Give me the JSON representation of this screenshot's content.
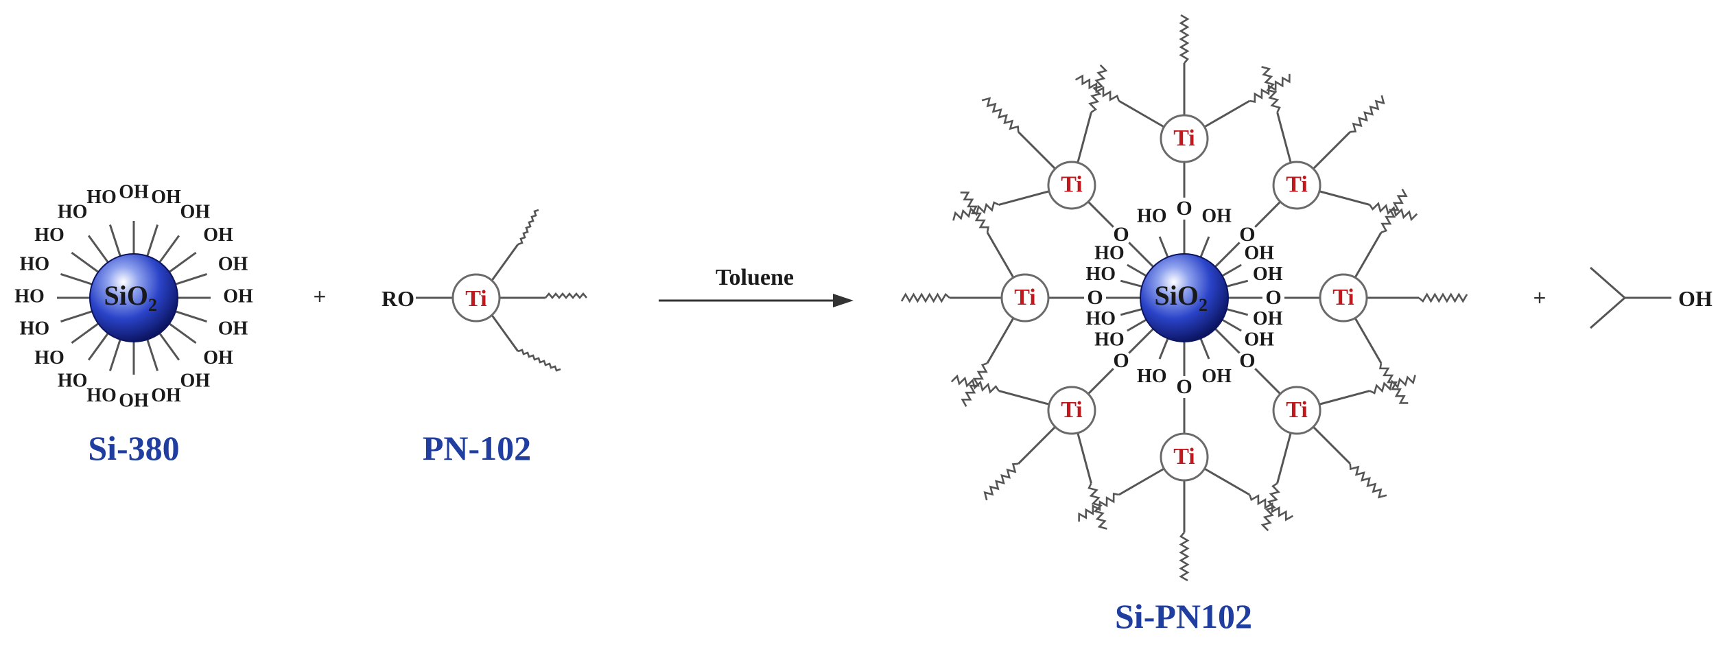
{
  "reactant_particle": {
    "core_label": "SiO",
    "core_subscript": "2",
    "group_label": "OH",
    "name": "Si-380"
  },
  "titanate": {
    "metal_label": "Ti",
    "leaving_group_label": "RO",
    "name": "PN-102"
  },
  "arrow": {
    "condition": "Toluene"
  },
  "product": {
    "core_label": "SiO",
    "core_subscript": "2",
    "group_label": "OH",
    "metal_label": "Ti",
    "oxygen_label": "O",
    "name": "Si-PN102"
  },
  "byproduct": {
    "group_label": "OH"
  },
  "plus_sign": "+",
  "colors": {
    "sphere_dark": "#101c7a",
    "sphere_mid": "#2a43c8",
    "sphere_light": "#ffffff",
    "ti_text": "#c0181c",
    "name_text": "#1f3ea0",
    "bond": "#555555"
  }
}
